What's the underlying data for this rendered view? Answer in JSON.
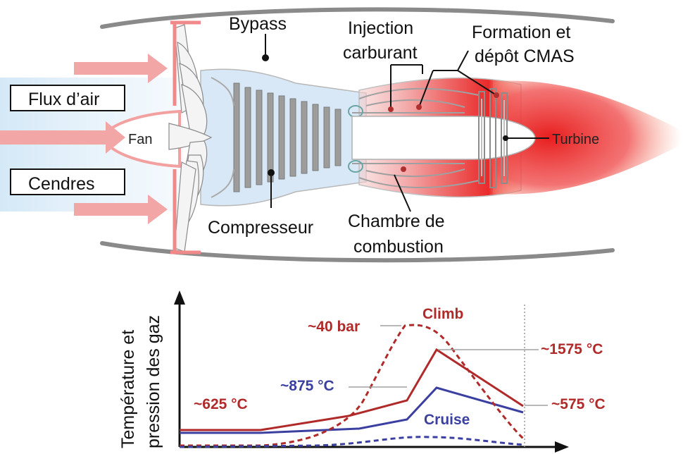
{
  "engine": {
    "labels": {
      "bypass": "Bypass",
      "injection_line1": "Injection",
      "injection_line2": "carburant",
      "cmas_line1": "Formation et",
      "cmas_line2": "dépôt CMAS",
      "airflow": "Flux d’air",
      "ash": "Cendres",
      "fan": "Fan",
      "compressor": "Compresseur",
      "chamber_line1": "Chambre de",
      "chamber_line2": "combustion",
      "turbine": "Turbine"
    }
  },
  "profile": {
    "ylabel_line1": "Température et",
    "ylabel_line2": "pression des gaz",
    "labels": {
      "climb": "Climb",
      "cruise": "Cruise",
      "pressure": "~40 bar",
      "t_inlet": "~625 °C",
      "t_cruise_peak": "~875 °C",
      "t_climb_peak": "~1575 °C",
      "t_exit": "~575 °C"
    },
    "colors": {
      "climb": "#b02a2a",
      "cruise": "#3a3fa0"
    }
  }
}
